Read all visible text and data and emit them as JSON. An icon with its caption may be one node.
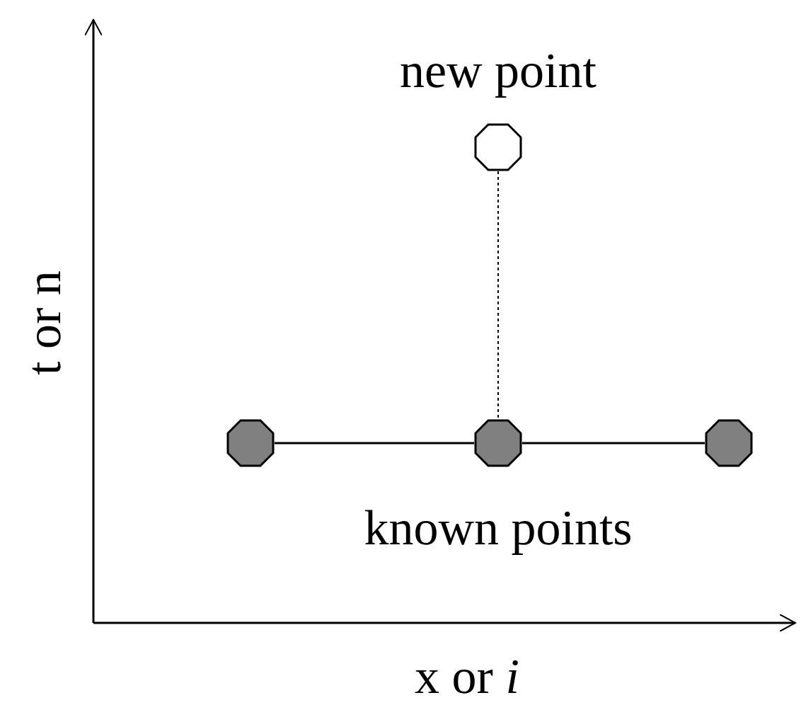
{
  "diagram": {
    "nodes": [
      {
        "text": [],
        "shape": "octagon"
      },
      {
        "text": [],
        "shape": "octagon"
      },
      {
        "text": [],
        "shape": "octagon"
      },
      {
        "text": [],
        "shape": "octagon"
      }
    ],
    "edges": [
      {
        "from": 0,
        "to": 2,
        "arrow": "none",
        "style": "dashed"
      },
      {
        "from": 1,
        "to": 2,
        "arrow": "none"
      },
      {
        "from": 2,
        "to": 3,
        "arrow": "none"
      }
    ],
    "labels": [
      "new point",
      "t or n",
      "known points",
      "x or *i*"
    ]
  }
}
